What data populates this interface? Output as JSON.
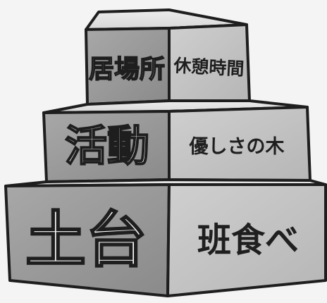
{
  "diagram": {
    "tiers": [
      {
        "id": "top",
        "left_label": "居場所",
        "right_label": "休憩時間"
      },
      {
        "id": "middle",
        "left_label": "活動",
        "right_label": "優しさの木"
      },
      {
        "id": "bottom",
        "left_label": "土台",
        "right_label": "班食べ"
      }
    ]
  },
  "colors": {
    "background": "#f4f4f4",
    "left_face": "#9a9a9a",
    "right_face": "#c4c4c4",
    "top_face": "#e2e2e2",
    "edge": "#1e1e1e",
    "light_text": "#f8f8f8",
    "dark_text": "#1f1f1f"
  }
}
